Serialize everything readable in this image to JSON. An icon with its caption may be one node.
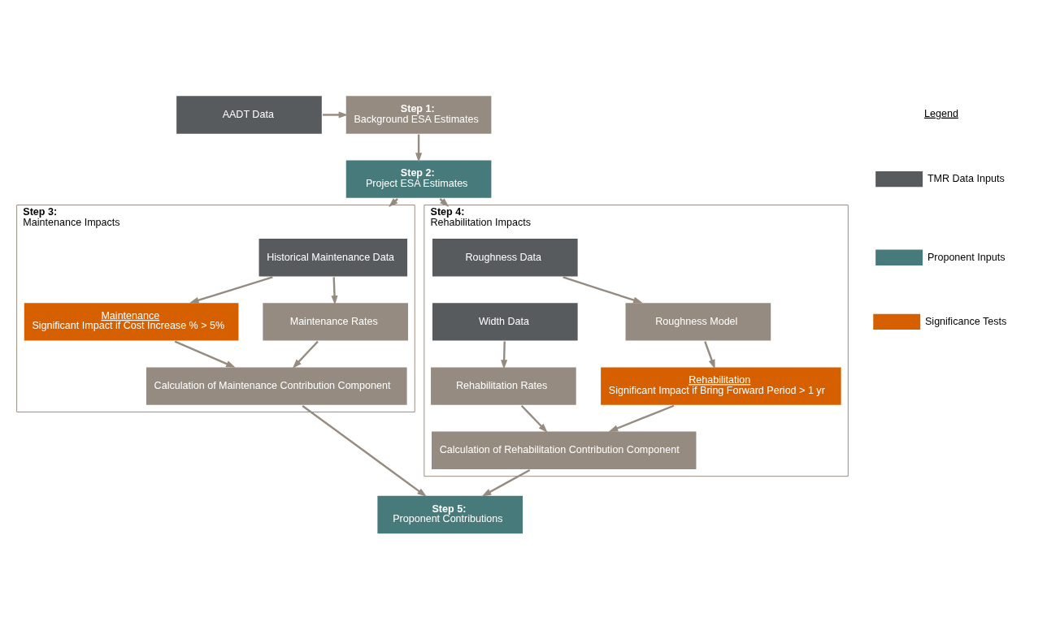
{
  "diagram": {
    "nodes": [
      {
        "text": [
          "AADT Data"
        ]
      },
      {
        "text": [
          "Step 1:",
          "Background ESA Estimates"
        ]
      },
      {
        "text": [
          "Step 2:",
          "Project ESA Estimates"
        ]
      },
      {
        "text": [
          "Step 3:",
          "Maintenance Impacts"
        ]
      },
      {
        "text": [
          "Historical Maintenance Data"
        ],
        "in": 3
      },
      {
        "text": [
          "Maintenance",
          "Significant Impact if Cost Increase % > 5%"
        ],
        "in": 3
      },
      {
        "text": [
          "Maintenance Rates"
        ],
        "in": 3
      },
      {
        "text": [
          "Calculation of Maintenance Contribution Component"
        ],
        "in": 3
      },
      {
        "text": [
          "Step 4:",
          "Rehabilitation Impacts"
        ]
      },
      {
        "text": [
          "Roughness Data"
        ],
        "in": 8
      },
      {
        "text": [
          "Rehabilitation",
          "Significant Impact if Bring Forward Period > 1 yr"
        ],
        "in": 8
      },
      {
        "text": [
          "Roughness Model"
        ],
        "in": 8
      },
      {
        "text": [
          "Calculation of Rehabilitation Contribution Component"
        ],
        "in": 8
      },
      {
        "text": [
          "Rehabilitation Rates"
        ],
        "in": 8
      },
      {
        "text": [
          "Width Data"
        ],
        "in": 8
      },
      {
        "text": [
          "Step 5:",
          "Proponent Contributions"
        ]
      }
    ],
    "edges": [
      {
        "from": 0,
        "to": 1,
        "arrow": "to"
      },
      {
        "from": 1,
        "to": 2,
        "arrow": "to"
      },
      {
        "from": 2,
        "to": 3,
        "arrow": "to"
      },
      {
        "from": 2,
        "to": 8,
        "arrow": "to"
      },
      {
        "from": 4,
        "to": 5,
        "arrow": "to"
      },
      {
        "from": 4,
        "to": 6,
        "arrow": "to"
      },
      {
        "from": 5,
        "to": 7,
        "arrow": "to"
      },
      {
        "from": 6,
        "to": 7,
        "arrow": "to"
      },
      {
        "from": 7,
        "to": 15,
        "arrow": "to"
      },
      {
        "from": 9,
        "to": 11,
        "arrow": "to"
      },
      {
        "from": 11,
        "to": 10,
        "arrow": "to"
      },
      {
        "from": 10,
        "to": 12,
        "arrow": "to"
      },
      {
        "from": 13,
        "to": 12,
        "arrow": "to"
      },
      {
        "from": 14,
        "to": 13,
        "arrow": "to"
      },
      {
        "from": 12,
        "to": 15,
        "arrow": "to"
      }
    ],
    "labels": [
      "Legend"
    ],
    "legend": [
      {
        "text": "TMR Data Inputs",
        "color": "#575b5e"
      },
      {
        "text": "Proponent Inputs",
        "color": "#477b7b"
      },
      {
        "text": "Significance Tests",
        "color": "#d65f00"
      }
    ]
  }
}
